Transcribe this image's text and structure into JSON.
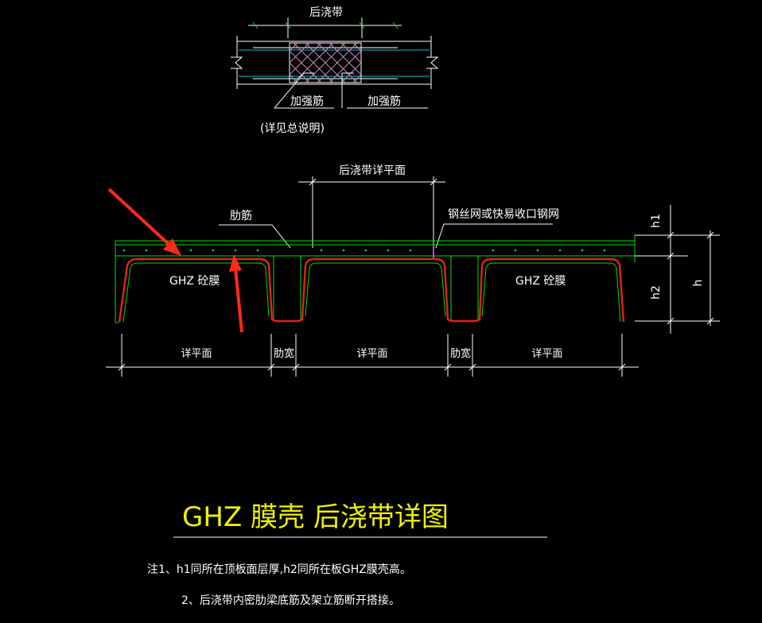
{
  "top_detail": {
    "band_label": "后浇带",
    "rebar_left": "加强筋",
    "rebar_right": "加强筋",
    "see_note": "(详见总说明)"
  },
  "section": {
    "band_detail_label": "后浇带详平面",
    "rib_bar_label": "肋筋",
    "mesh_label": "钢丝网或快易收口钢网",
    "shell_left": "GHZ 砼膜",
    "shell_right": "GHZ 砼膜",
    "dim_h1": "h1",
    "dim_h2": "h2",
    "dim_h": "h",
    "dim_bottom": [
      "详平面",
      "肋宽",
      "详平面",
      "肋宽",
      "详平面"
    ]
  },
  "title": "GHZ 膜壳  后浇带详图",
  "notes": [
    "注1、h1同所在顶板面层厚,h2同所在板GHZ膜壳高。",
    "2、后浇带内密肋梁底筋及架立筋断开搭接。"
  ],
  "colors": {
    "background": "#000000",
    "line_green": "#00e000",
    "dim_white": "#ffffff",
    "shell_red": "#e02020",
    "rebar_cyan": "#00c8c8",
    "title_yellow": "#f0f000",
    "arrow_red": "#ff2a1a"
  }
}
